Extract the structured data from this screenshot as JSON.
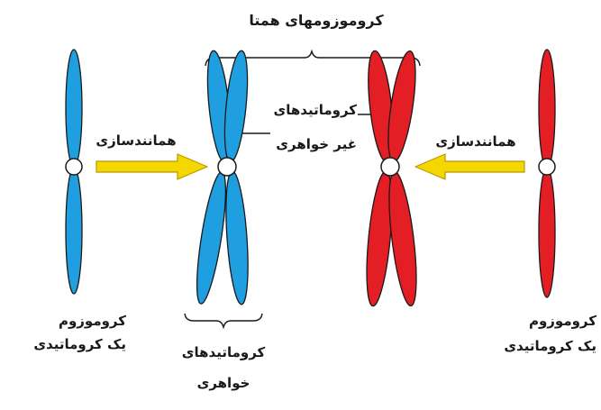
{
  "diagram": {
    "title": "کروموزومهای همتا",
    "left_arrow_label": "همانندسازی",
    "right_arrow_label": "همانندسازی",
    "non_sister": {
      "line1": "کروماتیدهای",
      "line2": "غیر خواهری"
    },
    "sister": {
      "line1": "کروماتیدهای",
      "line2": "خواهری"
    },
    "left_single": {
      "line1": "کروموزوم",
      "line2": "یک کروماتیدی"
    },
    "right_single": {
      "line1": "کروموزوم",
      "line2": "یک کروماتیدی"
    }
  },
  "colors": {
    "blue": "#1f9fe0",
    "red": "#e31e24",
    "arrow": "#f4d600"
  }
}
